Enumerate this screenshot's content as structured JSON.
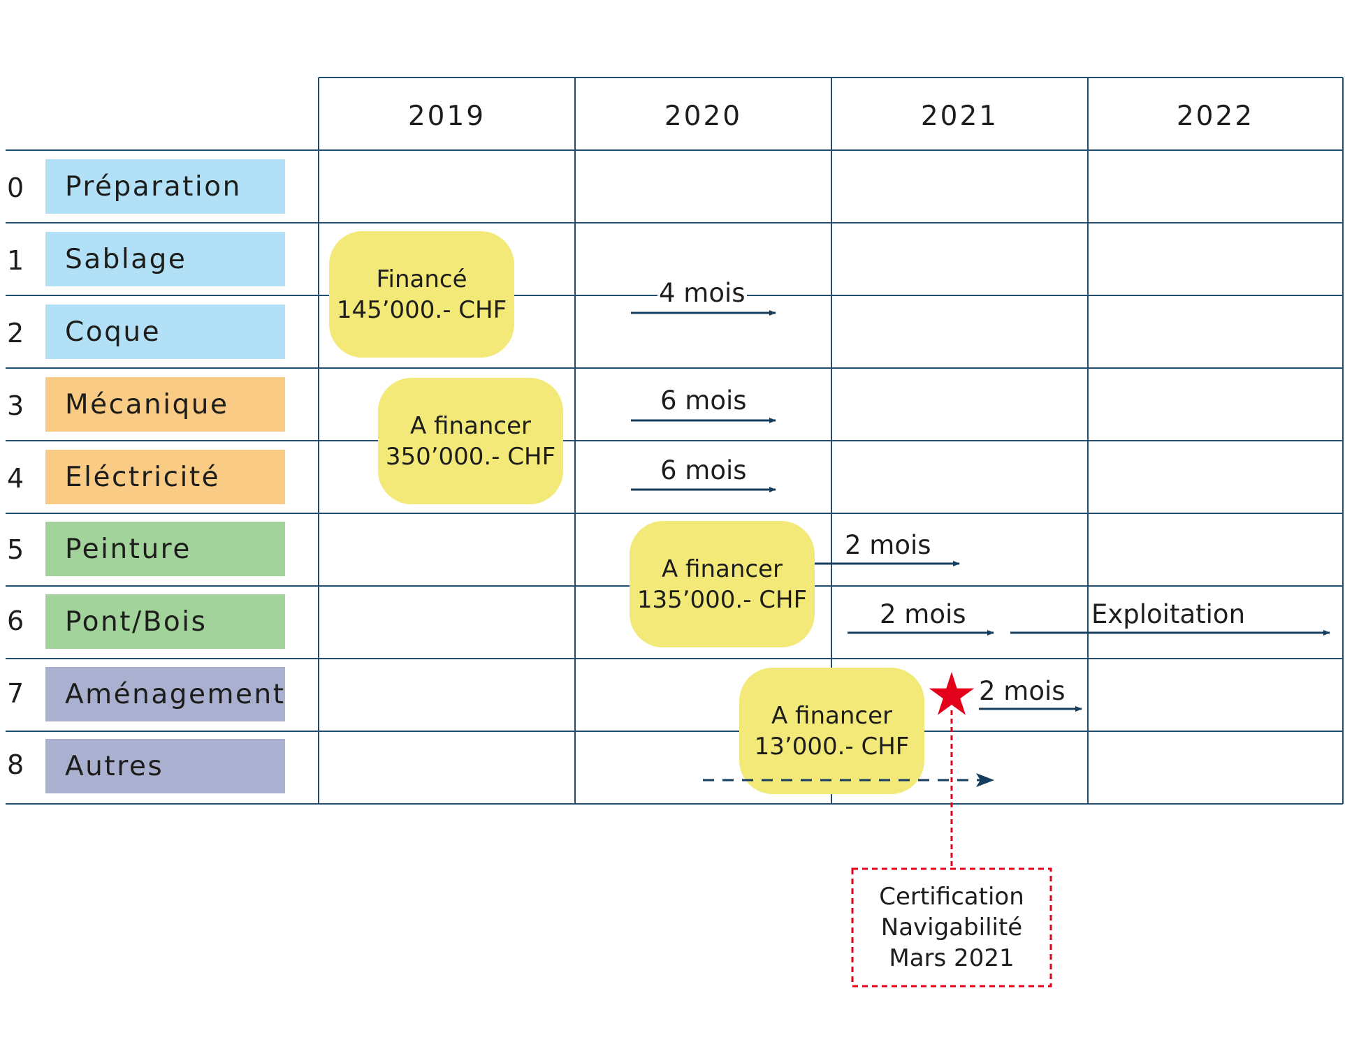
{
  "columns": [
    "2019",
    "2020",
    "2021",
    "2022"
  ],
  "rows": [
    {
      "num": "0",
      "label": "Préparation",
      "color": "#b2e1f7"
    },
    {
      "num": "1",
      "label": "Sablage",
      "color": "#b2e1f7"
    },
    {
      "num": "2",
      "label": "Coque",
      "color": "#b2e1f7"
    },
    {
      "num": "3",
      "label": "Mécanique",
      "color": "#f9cb85"
    },
    {
      "num": "4",
      "label": "Eléctricité",
      "color": "#f9cb85"
    },
    {
      "num": "5",
      "label": "Peinture",
      "color": "#a2d39b"
    },
    {
      "num": "6",
      "label": "Pont/Bois",
      "color": "#a2d39b"
    },
    {
      "num": "7",
      "label": "Aménagement",
      "color": "#aab0cf"
    },
    {
      "num": "8",
      "label": "Autres",
      "color": "#aab0cf"
    }
  ],
  "funding": [
    {
      "line1": "Financé",
      "line2": "145’000.- CHF"
    },
    {
      "line1": "A financer",
      "line2": "350’000.- CHF"
    },
    {
      "line1": "A financer",
      "line2": "135’000.- CHF"
    },
    {
      "line1": "A financer",
      "line2": "13’000.- CHF"
    }
  ],
  "durations": {
    "coque": "4 mois",
    "mecanique": "6 mois",
    "electricite": "6 mois",
    "peinture": "2 mois",
    "pont": "2 mois",
    "amenagement": "2 mois"
  },
  "exploitation": "Exploitation",
  "certification": {
    "line1": "Certification",
    "line2": "Navigabilité",
    "line3": "Mars 2021"
  },
  "colors": {
    "grid": "#1f4e6e",
    "arrow": "#143d5e",
    "funding": "#f3e979",
    "milestone": "#e3001b"
  }
}
